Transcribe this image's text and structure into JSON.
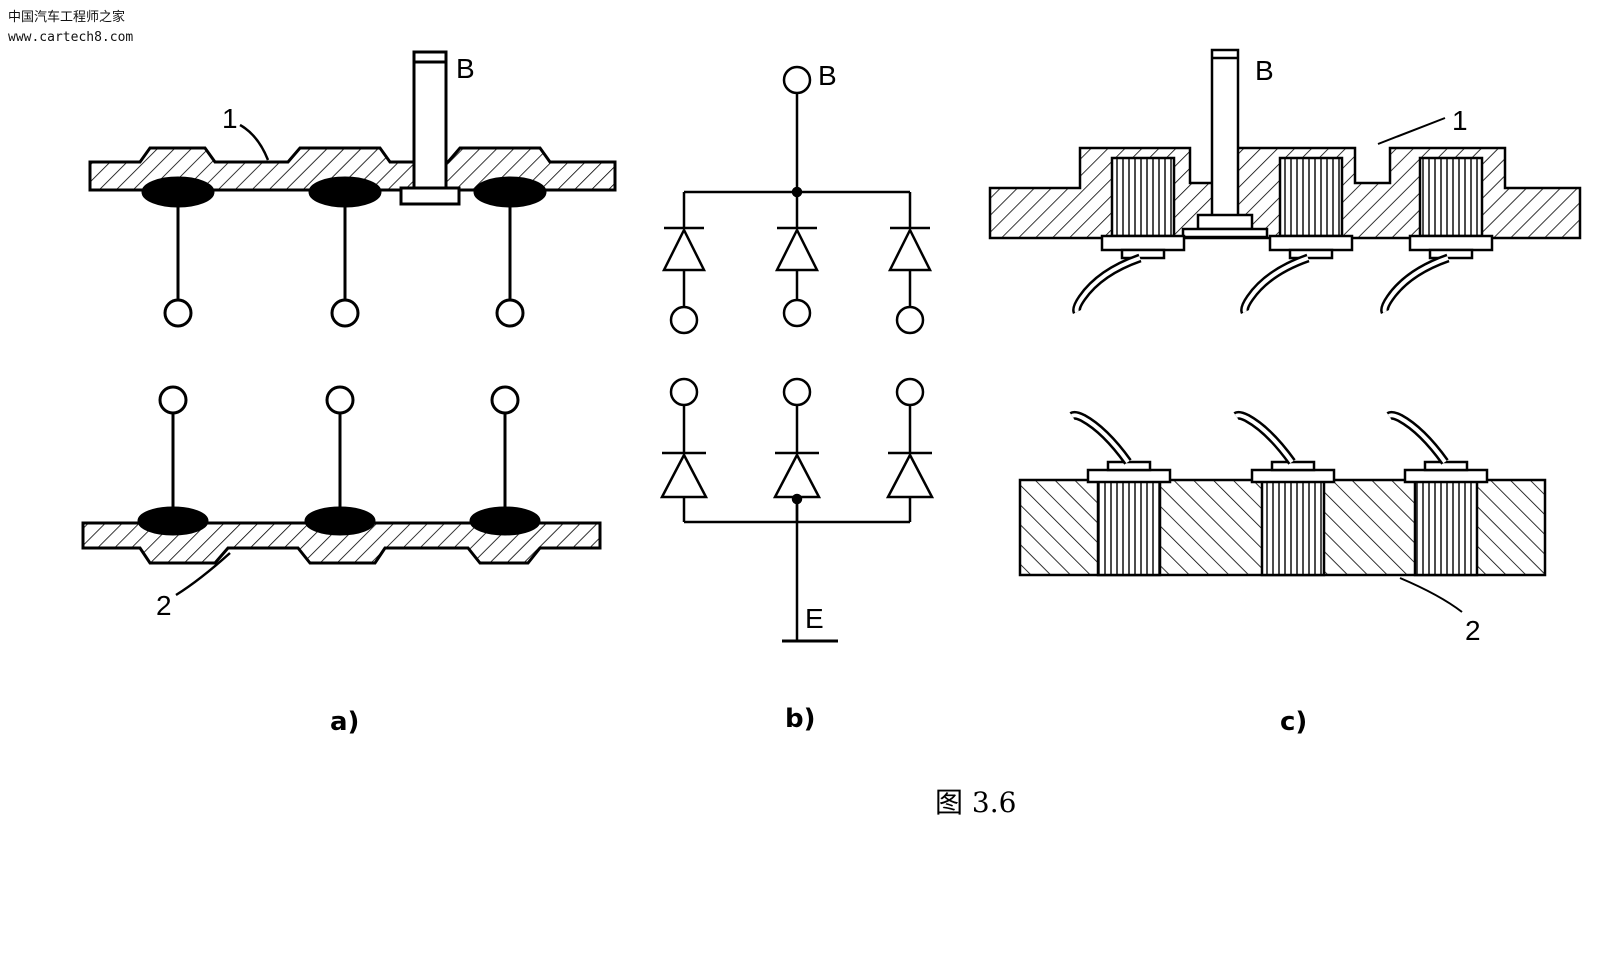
{
  "watermark": {
    "line1": "中国汽车工程师之家",
    "line2": "www.cartech8.com"
  },
  "labels": {
    "a_B": "B",
    "a_1": "1",
    "a_2": "2",
    "b_B": "B",
    "b_E": "E",
    "c_B": "B",
    "c_1": "1",
    "c_2": "2"
  },
  "subcaptions": {
    "a": "a)",
    "b": "b)",
    "c": "c)"
  },
  "caption": "图  3.6"
}
